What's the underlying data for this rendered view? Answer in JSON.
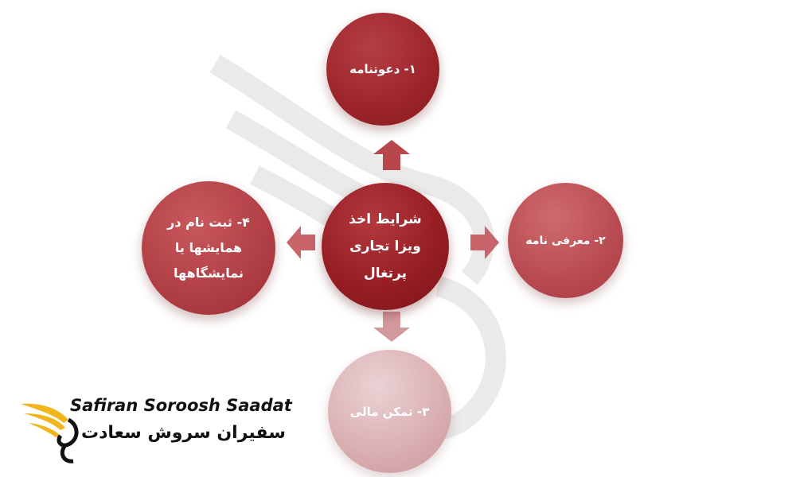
{
  "diagram": {
    "center": {
      "lines": [
        "شرایط اخذ",
        "ویزا تجاری",
        "پرتغال"
      ]
    },
    "nodes": {
      "top": "۱- دعوتنامه",
      "right": "۲- معرفی نامه",
      "bottom": "۳- تمکن مالی",
      "left": [
        "۴- ثبت نام در",
        "همایشها یا",
        "نمایشگاهها"
      ]
    }
  },
  "logo": {
    "latin": "Safiran Soroosh Saadat",
    "persian": "سفیران سروش سعادت"
  },
  "colors": {
    "primary": "#961e24",
    "light": "#d9aeb1",
    "logo_gold": "#f2b51c"
  }
}
